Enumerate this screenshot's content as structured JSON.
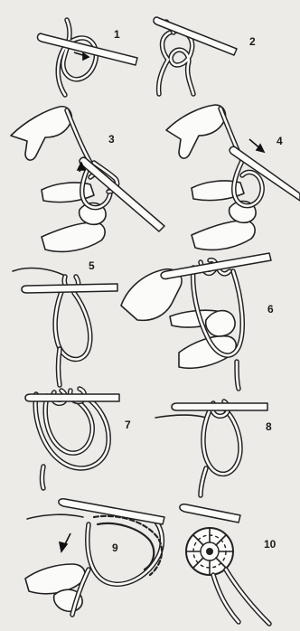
{
  "steps": [
    {
      "label": "1"
    },
    {
      "label": "2"
    },
    {
      "label": "3"
    },
    {
      "label": "4"
    },
    {
      "label": "5"
    },
    {
      "label": "6"
    },
    {
      "label": "7"
    },
    {
      "label": "8"
    },
    {
      "label": "9"
    },
    {
      "label": "10"
    }
  ]
}
